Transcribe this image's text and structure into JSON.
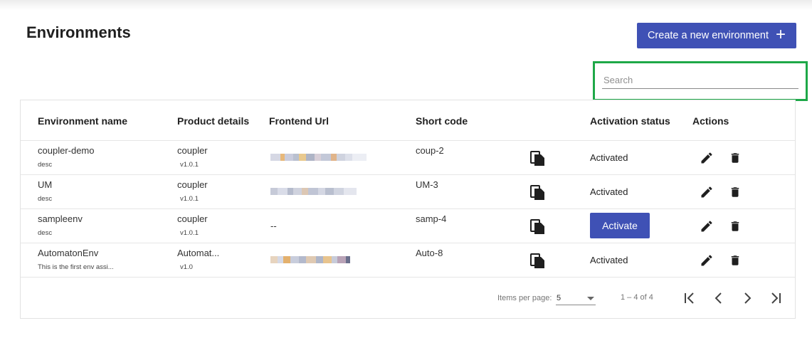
{
  "header": {
    "title": "Environments",
    "create_label": "Create a new environment",
    "create_icon": "plus-icon"
  },
  "search": {
    "placeholder": "Search",
    "value": "",
    "highlight_color": "#1ea848"
  },
  "colors": {
    "primary": "#3f51b5",
    "text": "#212121"
  },
  "table": {
    "columns": [
      "Environment name",
      "Product details",
      "Frontend Url",
      "Short code",
      "",
      "Activation status",
      "Actions"
    ],
    "rows": [
      {
        "name": "coupler-demo",
        "desc": "desc",
        "product": "coupler",
        "version": "v1.0.1",
        "url_redacted": true,
        "short_code": "coup-2",
        "status": "Activated"
      },
      {
        "name": "UM",
        "desc": "desc",
        "product": "coupler",
        "version": "v1.0.1",
        "url_redacted": true,
        "short_code": "UM-3",
        "status": "Activated"
      },
      {
        "name": "sampleenv",
        "desc": "desc",
        "product": "coupler",
        "version": "v1.0.1",
        "url_text": "--",
        "short_code": "samp-4",
        "status": "",
        "action_label": "Activate"
      },
      {
        "name": "AutomatonEnv",
        "desc": "This is the first env assi...",
        "product": "Automat...",
        "version": "v1.0",
        "url_redacted": true,
        "short_code": "Auto-8",
        "status": "Activated"
      }
    ]
  },
  "paginator": {
    "items_per_page_label": "Items per page:",
    "page_size": "5",
    "range_label": "1 – 4 of 4",
    "icons": [
      "first-page-icon",
      "previous-page-icon",
      "next-page-icon",
      "last-page-icon"
    ]
  }
}
